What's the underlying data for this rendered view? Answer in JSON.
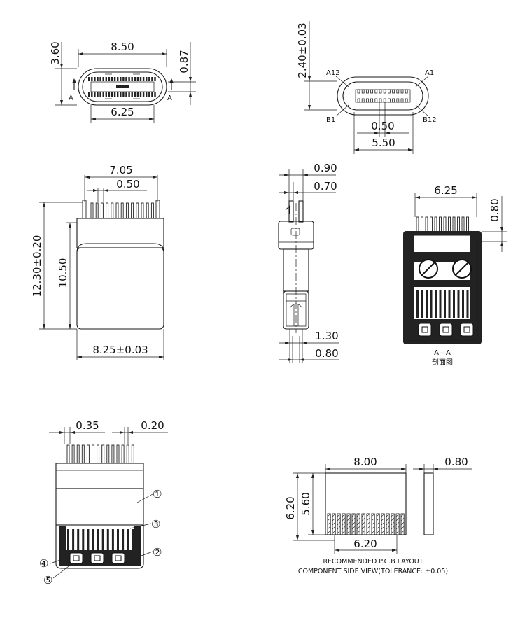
{
  "front_view": {
    "height": "3.60",
    "width": "8.50",
    "inner_width": "6.25",
    "offset": "0.87",
    "section_mark": "A"
  },
  "pin_view": {
    "height": "2.40±0.03",
    "pin_a12": "A12",
    "pin_a1": "A1",
    "pin_b1": "B1",
    "pin_b12": "B12",
    "pitch": "0.50",
    "span": "5.50"
  },
  "top_view": {
    "pin_span": "7.05",
    "pitch": "0.50",
    "total_length": "12.30±0.20",
    "body_length": "10.50",
    "body_width": "8.25±0.03"
  },
  "side_view": {
    "top1": "0.90",
    "top2": "0.70",
    "bottom1": "1.30",
    "bottom2": "0.80"
  },
  "section_view": {
    "width": "6.25",
    "offset": "0.80",
    "title": "A—A",
    "caption": "剖面图"
  },
  "parts_view": {
    "pin_width": "0.35",
    "pin_gap": "0.20",
    "callouts": [
      "①",
      "②",
      "③",
      "④",
      "⑤"
    ]
  },
  "pcb_layout": {
    "width": "8.00",
    "thickness": "0.80",
    "height_outer": "6.20",
    "height_inner": "5.60",
    "pad_span": "6.20",
    "line1": "RECOMMENDED P.C.B  LAYOUT",
    "line2": "COMPONENT SIDE VIEW(TOLERANCE: ±0.05)"
  }
}
